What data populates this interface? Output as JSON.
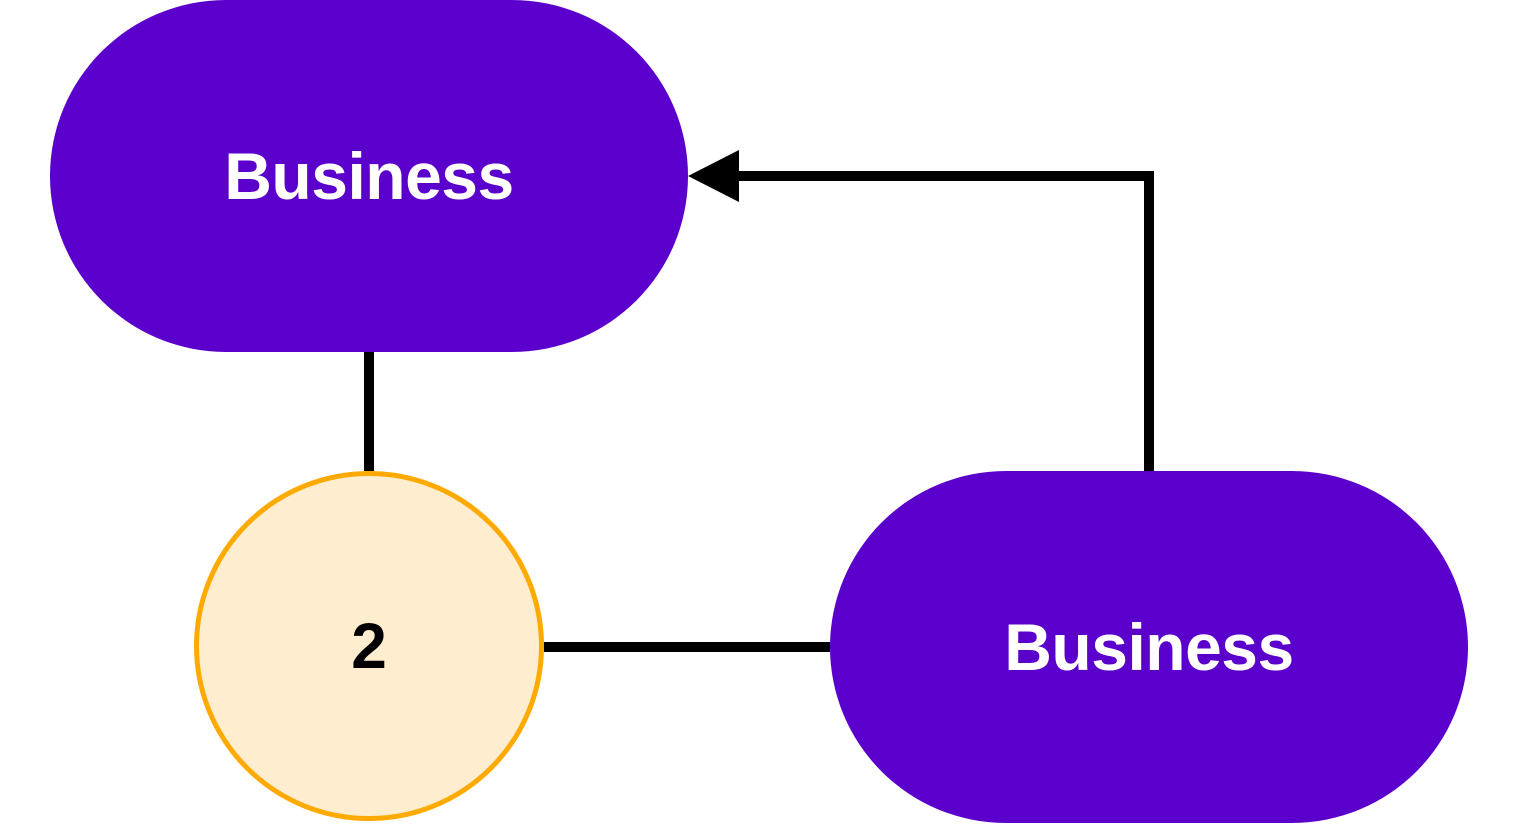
{
  "diagram": {
    "nodes": [
      {
        "id": "top",
        "label": "Business",
        "shape": "pill"
      },
      {
        "id": "circle",
        "label": "2",
        "shape": "circle"
      },
      {
        "id": "bottom",
        "label": "Business",
        "shape": "pill"
      }
    ],
    "edges": [
      {
        "from": "top",
        "to": "circle",
        "arrow": false
      },
      {
        "from": "circle",
        "to": "bottom",
        "arrow": false
      },
      {
        "from": "bottom",
        "to": "top",
        "arrow": true
      }
    ]
  },
  "colors": {
    "pill_fill": "#5b00cc",
    "pill_text": "#ffffff",
    "circle_fill": "#ffedcf",
    "circle_border": "#ffaa00",
    "circle_text": "#000000",
    "connector": "#000000",
    "background": "#ffffff"
  }
}
